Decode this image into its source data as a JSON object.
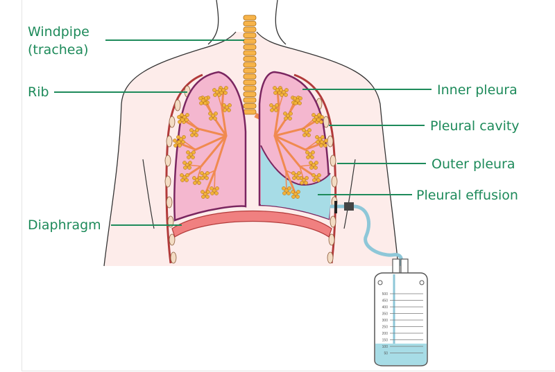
{
  "labels": {
    "windpipe": "Windpipe",
    "trachea": "(trachea)",
    "rib": "Rib",
    "diaphragm": "Diaphragm",
    "inner_pleura": "Inner pleura",
    "pleural_cavity": "Pleural cavity",
    "outer_pleura": "Outer pleura",
    "pleural_effusion": "Pleural effusion"
  },
  "bag_scale": [
    "500",
    "450",
    "400",
    "350",
    "300",
    "250",
    "200",
    "150",
    "100",
    "50"
  ],
  "colors": {
    "label_text": "#1d8a5a",
    "body_fill": "#fdecea",
    "lung_fill": "#f4b7cf",
    "pleura_outline": "#7a2660",
    "rib": "#f3dcc4",
    "bronchi": "#f08a50",
    "alveoli": "#f2b23a",
    "effusion": "#a7dce6",
    "diaphragm": "#f08080",
    "trachea": "#f7b44a"
  }
}
